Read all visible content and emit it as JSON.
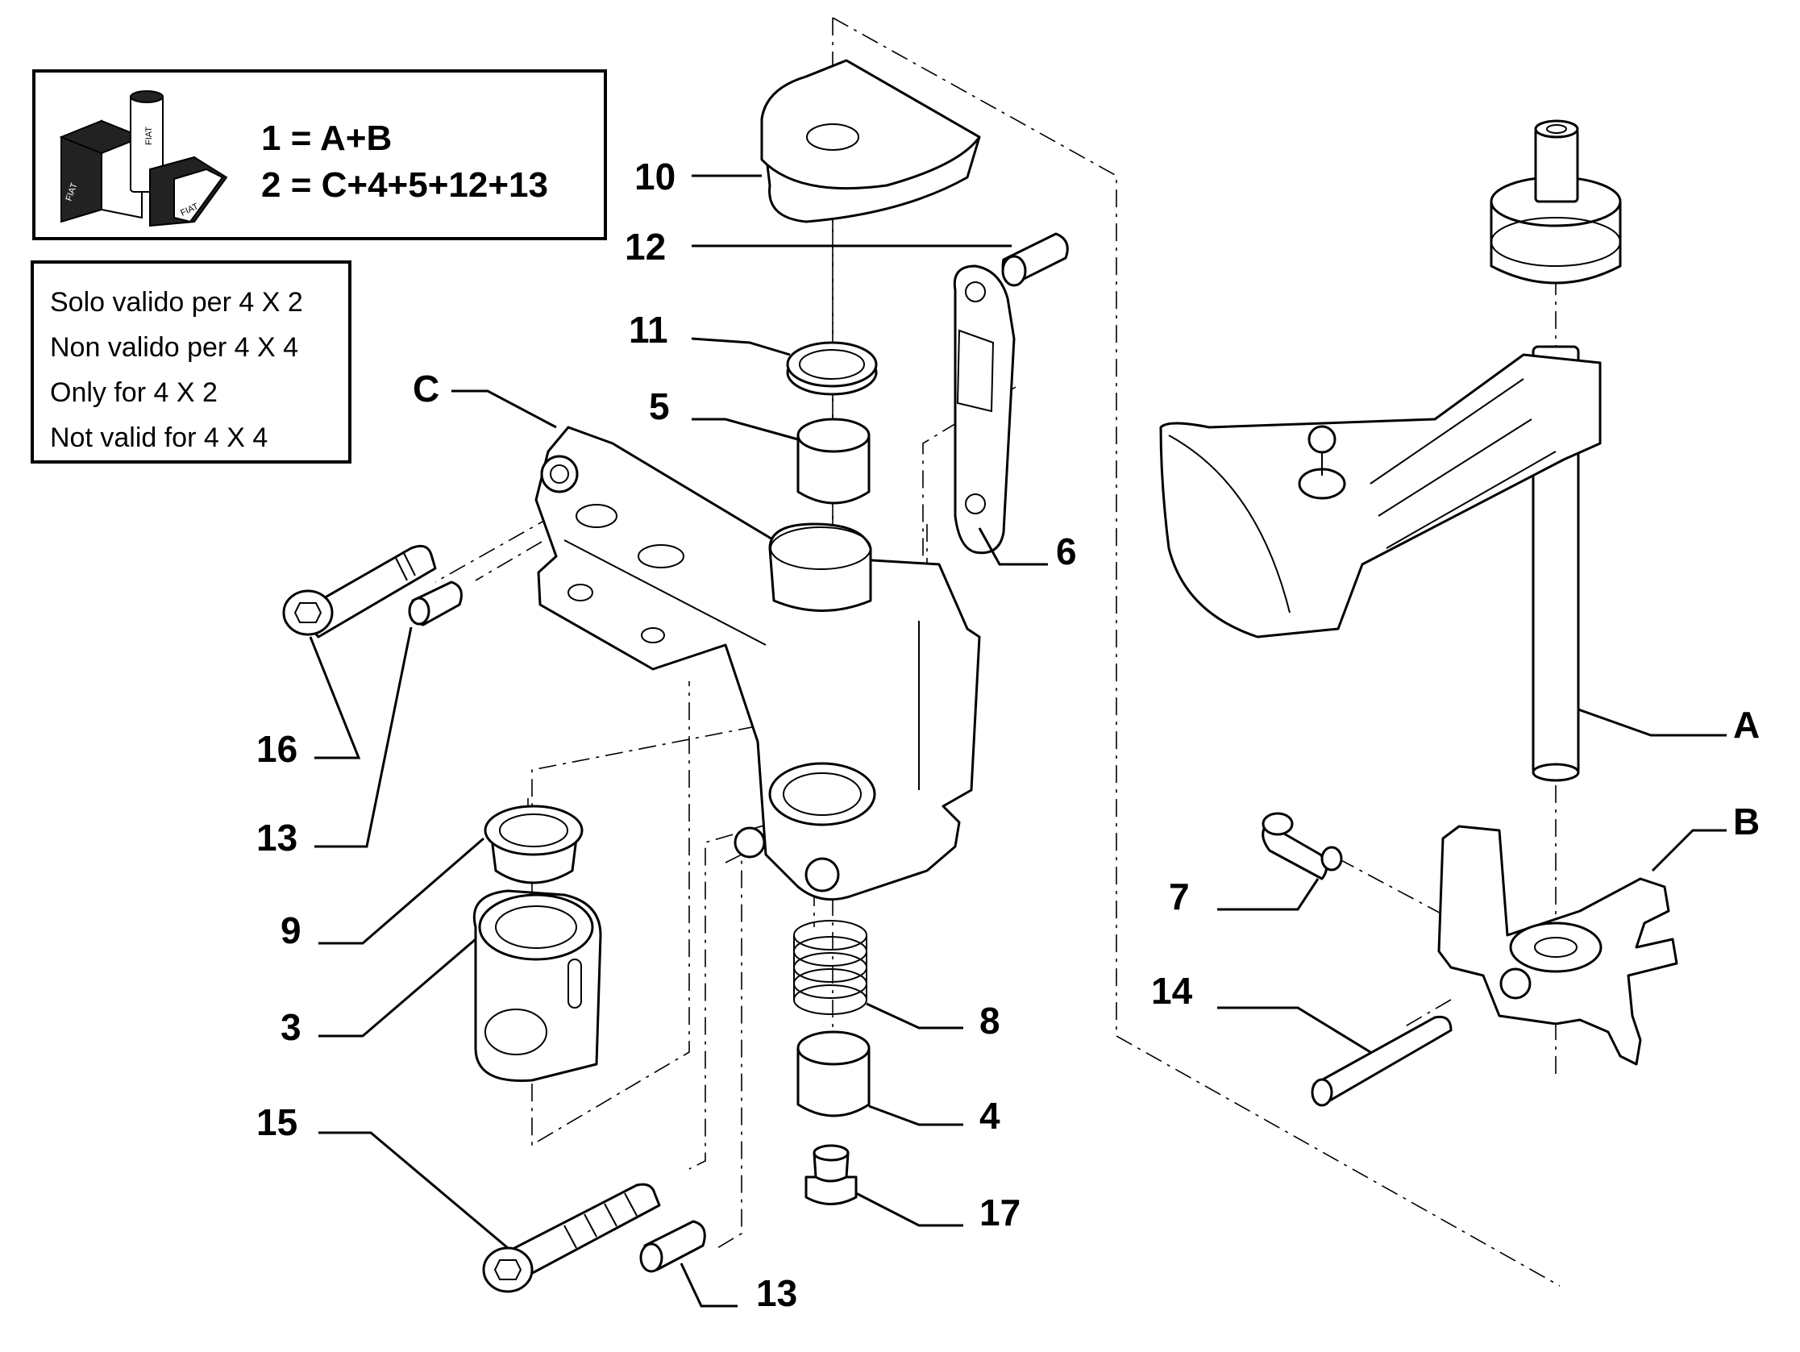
{
  "kit": {
    "formula_1": "1 = A+B",
    "formula_2": "2 = C+4+5+12+13",
    "logo_text_1": "FIAT",
    "logo_text_2": "FIAT",
    "logo_text_3": "FIAT"
  },
  "validity_note": {
    "lines": [
      "Solo valido per 4 X 2",
      "Non valido per 4 X 4",
      "Only for 4 X 2",
      "Not valid for 4 X 4"
    ]
  },
  "callouts": {
    "c10": "10",
    "c12": "12",
    "c11": "11",
    "c5": "5",
    "cC": "C",
    "c6": "6",
    "c16": "16",
    "c13a": "13",
    "c9": "9",
    "c3": "3",
    "c15": "15",
    "c8": "8",
    "c4": "4",
    "c17": "17",
    "c13b": "13",
    "cA": "A",
    "cB": "B",
    "c7": "7",
    "c14": "14"
  }
}
